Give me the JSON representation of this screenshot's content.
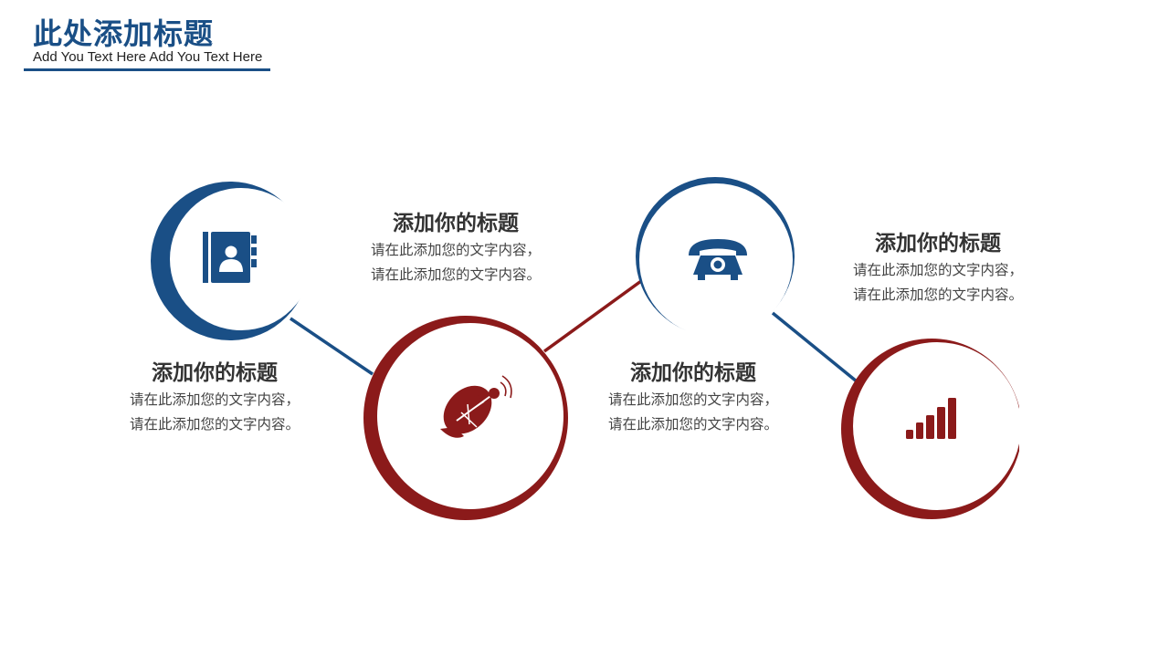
{
  "header": {
    "title": "此处添加标题",
    "subtitle": "Add You Text Here Add You Text Here"
  },
  "colors": {
    "blue": "#1a4f86",
    "red": "#8b1a1a",
    "text": "#333333"
  },
  "nodes": [
    {
      "icon": "contact-book-icon",
      "color": "blue"
    },
    {
      "icon": "satellite-dish-icon",
      "color": "red"
    },
    {
      "icon": "telephone-icon",
      "color": "blue"
    },
    {
      "icon": "signal-bars-icon",
      "color": "red"
    }
  ],
  "cards": [
    {
      "title": "添加你的标题",
      "line1": "请在此添加您的文字内容，",
      "line2": "请在此添加您的文字内容。"
    },
    {
      "title": "添加你的标题",
      "line1": "请在此添加您的文字内容，",
      "line2": "请在此添加您的文字内容。"
    },
    {
      "title": "添加你的标题",
      "line1": "请在此添加您的文字内容，",
      "line2": "请在此添加您的文字内容。"
    },
    {
      "title": "添加你的标题",
      "line1": "请在此添加您的文字内容，",
      "line2": "请在此添加您的文字内容。"
    }
  ]
}
